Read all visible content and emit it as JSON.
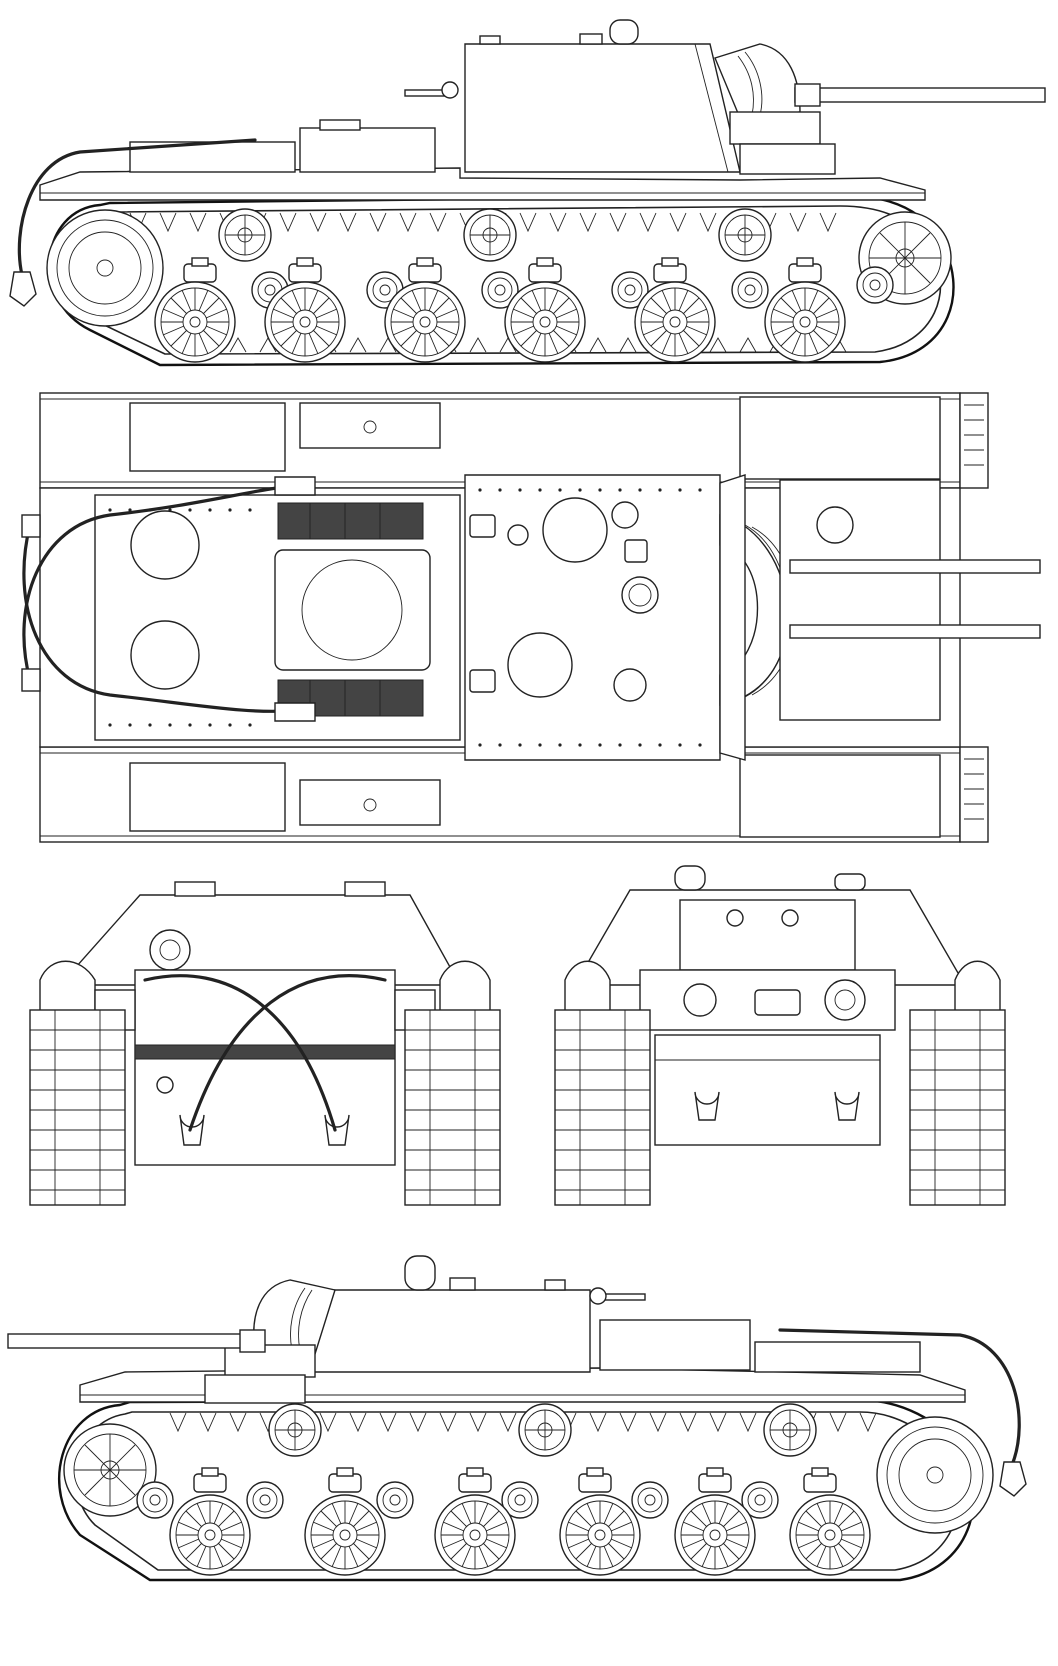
{
  "drawing": {
    "views": [
      "left-side-view",
      "top-view",
      "front-view",
      "rear-view",
      "right-side-view"
    ],
    "line_color": "#222222",
    "background_color": "#ffffff",
    "subject": "self-propelled-gun-blueprint"
  }
}
